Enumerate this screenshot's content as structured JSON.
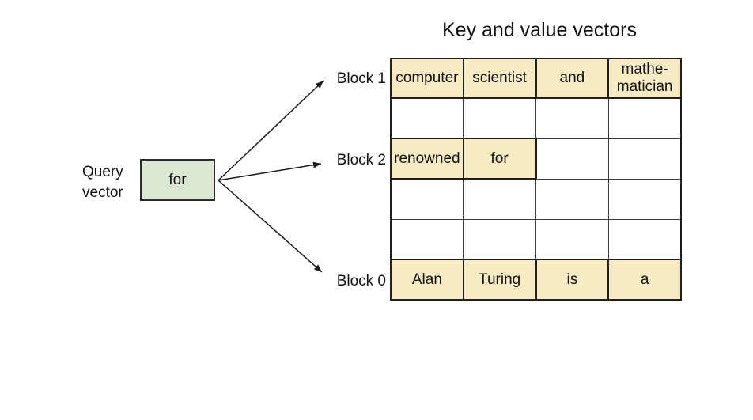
{
  "title": "Key and value vectors",
  "query": {
    "label": "Query\nvector",
    "box_text": "for"
  },
  "block_labels": [
    "Block 1",
    "Block 2",
    "Block 0"
  ],
  "table": {
    "rows": [
      {
        "cells": [
          "computer",
          "scientist",
          "and",
          "mathe-\nmatician"
        ],
        "highlighted": [
          true,
          true,
          true,
          true
        ]
      },
      {
        "cells": [
          "",
          "",
          "",
          ""
        ],
        "highlighted": [
          false,
          false,
          false,
          false
        ]
      },
      {
        "cells": [
          "renowned",
          "for",
          "",
          ""
        ],
        "highlighted": [
          true,
          true,
          false,
          false
        ]
      },
      {
        "cells": [
          "",
          "",
          "",
          ""
        ],
        "highlighted": [
          false,
          false,
          false,
          false
        ]
      },
      {
        "cells": [
          "",
          "",
          "",
          ""
        ],
        "highlighted": [
          false,
          false,
          false,
          false
        ]
      },
      {
        "cells": [
          "Alan",
          "Turing",
          "is",
          "a"
        ],
        "highlighted": [
          true,
          true,
          true,
          true
        ]
      }
    ]
  },
  "colors": {
    "highlight": "#f8ebc4",
    "query_box": "#dbe7d2"
  }
}
